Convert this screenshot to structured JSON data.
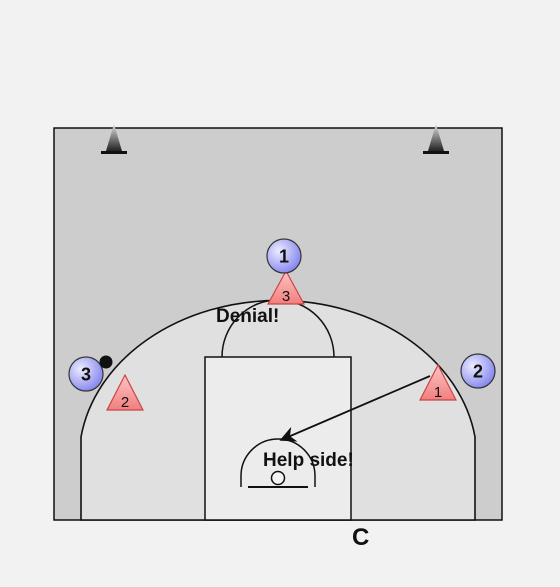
{
  "diagram": {
    "colors": {
      "page_background": "#f2f2f2",
      "court_outer": "#cdcdcd",
      "court_inside_arc": "#e0e0e0",
      "paint": "#ececec",
      "lines": "#111111",
      "offense_fill": "#8f8ff0",
      "defense_fill": "#f58c8c",
      "cone": "#333333"
    },
    "offense": [
      {
        "id": "offense-1",
        "label": "1"
      },
      {
        "id": "offense-2",
        "label": "2"
      },
      {
        "id": "offense-3",
        "label": "3"
      }
    ],
    "defense": [
      {
        "id": "defense-1",
        "label": "1"
      },
      {
        "id": "defense-2",
        "label": "2"
      },
      {
        "id": "defense-3",
        "label": "3"
      }
    ],
    "annotations": {
      "denial": "Denial!",
      "help_side": "Help side!",
      "coach": "C"
    },
    "icons": {
      "cone": "cone-icon",
      "ball": "ball-icon",
      "basket": "basket-icon"
    }
  }
}
